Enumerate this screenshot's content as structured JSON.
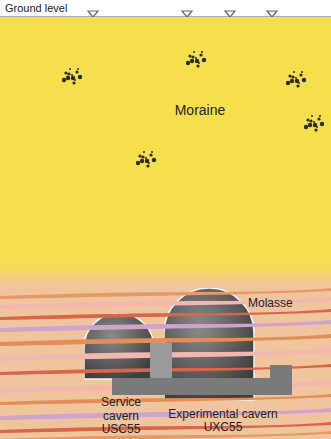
{
  "diagram": {
    "nodes": [
      {
        "text": [
          "Moraine"
        ]
      },
      {
        "text": [
          "Molasse"
        ]
      },
      {
        "text": [
          "Service cavern USC55"
        ],
        "in": 1
      },
      {
        "text": [
          "Experimental cavern UXC55"
        ],
        "in": 1
      }
    ],
    "labels": [
      "Ground level"
    ]
  }
}
